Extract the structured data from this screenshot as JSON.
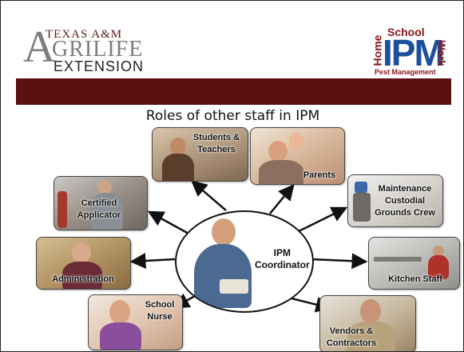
{
  "header": {
    "agrilife_line1": "TEXAS A&M",
    "agrilife_line2": "GRILIFE",
    "agrilife_big_letter": "A",
    "agrilife_line3": "EXTENSION",
    "ipm_home": "Home",
    "ipm_school": "School",
    "ipm_work": "Work",
    "ipm_main": "IPM",
    "ipm_tagline": "Pest Management"
  },
  "title": "Roles of other staff in IPM",
  "center": {
    "label_line1": "IPM",
    "label_line2": "Coordinator"
  },
  "roles": {
    "students": {
      "line1": "Students &",
      "line2": "Teachers"
    },
    "parents": {
      "line1": "Parents"
    },
    "certified": {
      "line1": "Certified",
      "line2": "Applicator"
    },
    "maintenance": {
      "line1": "Maintenance",
      "line2": "Custodial",
      "line3": "Grounds Crew"
    },
    "administration": {
      "line1": "Administration"
    },
    "kitchen": {
      "line1": "Kitchen Staff"
    },
    "nurse": {
      "line1": "School",
      "line2": "Nurse"
    },
    "vendors": {
      "line1": "Vendors &",
      "line2": "Contractors"
    }
  },
  "colors": {
    "band": "#5c0f0f",
    "ipm_blue": "#1d4f9c",
    "ipm_red": "#8a1515"
  }
}
